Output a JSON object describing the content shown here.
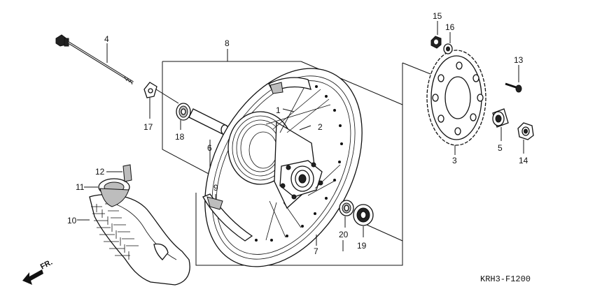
{
  "diagram": {
    "code": "KRH3-F1200",
    "direction_label": "FR.",
    "callouts": [
      "1",
      "2",
      "3",
      "4",
      "5",
      "6",
      "7",
      "8",
      "9",
      "10",
      "11",
      "12",
      "13",
      "14",
      "15",
      "16",
      "17",
      "18",
      "19",
      "20"
    ]
  },
  "colors": {
    "ink": "#111111",
    "background": "#ffffff"
  }
}
